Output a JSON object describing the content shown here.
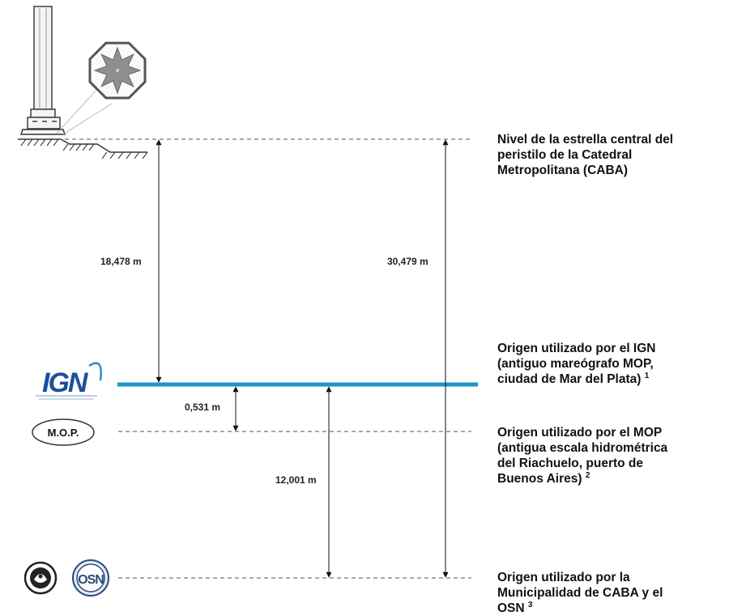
{
  "levels": {
    "catedral": {
      "lines": [
        "Nivel de la estrella central del",
        "peristilo de la Catedral",
        "Metropolitana (CABA)"
      ],
      "note": ""
    },
    "ign": {
      "lines": [
        "Origen utilizado por el IGN",
        "(antiguo mareógrafo MOP,",
        "ciudad de Mar del Plata)"
      ],
      "note": "1"
    },
    "mop": {
      "lines": [
        "Origen utilizado por el MOP",
        "(antigua escala hidrométrica",
        "del Riachuelo, puerto de",
        "Buenos Aires)"
      ],
      "note": "2"
    },
    "caba": {
      "lines": [
        "Origen utilizado por la",
        "Municipalidad de CABA y el",
        "OSN"
      ],
      "note": "3"
    }
  },
  "measurements": {
    "catedral_to_ign": "18,478 m",
    "catedral_to_caba": "30,479 m",
    "ign_to_mop": "0,531 m",
    "ign_to_caba": "12,001 m"
  },
  "logos": {
    "ign": "IGN",
    "mop": "M.O.P.",
    "osn": "OSN"
  },
  "colors": {
    "ign_line": "#1e93c8",
    "ign_logo_blue": "#1b4f9c",
    "ink": "#111111",
    "dashed": "#777777"
  },
  "icons": [
    "column-monument-icon",
    "eight-point-star-icon",
    "ign-logo",
    "mop-logo",
    "caba-seal-icon",
    "osn-logo"
  ]
}
